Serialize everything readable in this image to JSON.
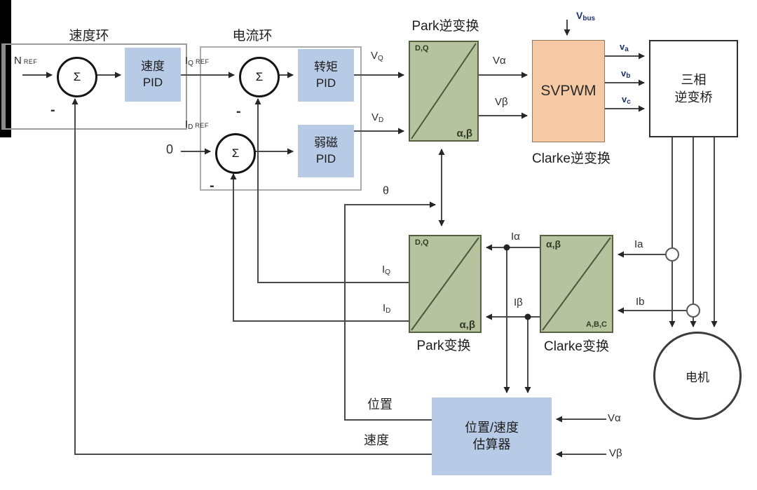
{
  "colors": {
    "blue_block": "#b8cbe6",
    "green_block": "#b6c39e",
    "orange_block": "#f6c9a5",
    "wire": "#4a4a4a",
    "navy_label": "#1e3470"
  },
  "titles": {
    "speed_loop": "速度环",
    "current_loop": "电流环",
    "park_inverse": "Park逆变换",
    "clarke_inverse": "Clarke逆变换",
    "park": "Park变换",
    "clarke": "Clarke变换"
  },
  "blocks": {
    "speed_pid": {
      "line1": "速度",
      "line2": "PID"
    },
    "torque_pid": {
      "line1": "转矩",
      "line2": "PID"
    },
    "flux_pid": {
      "line1": "弱磁",
      "line2": "PID"
    },
    "svpwm": {
      "label": "SVPWM"
    },
    "inverter_bridge": {
      "line1": "三相",
      "line2": "逆变桥"
    },
    "motor": {
      "label": "电机"
    },
    "estimator": {
      "line1": "位置/速度",
      "line2": "估算器"
    },
    "park_inverse": {
      "top_left": "D,Q",
      "bottom_right": "α,β"
    },
    "park": {
      "top_left": "D,Q",
      "bottom_right": "α,β"
    },
    "clarke": {
      "top_left": "α,β",
      "bottom_right": "A,B,C"
    }
  },
  "signals": {
    "sigma": "Σ",
    "minus": "-",
    "zero": "0",
    "n_ref": {
      "base": "N",
      "suffix": "REF"
    },
    "iq_ref": {
      "base": "I",
      "sub": "Q",
      "suffix": "REF"
    },
    "id_ref": {
      "base": "I",
      "sub": "D",
      "suffix": "REF"
    },
    "vq": {
      "base": "V",
      "sub": "Q"
    },
    "vd": {
      "base": "V",
      "sub": "D"
    },
    "v_alpha_out": "Vα",
    "v_beta_out": "Vβ",
    "vbus": {
      "base": "V",
      "sub": "bus"
    },
    "va": {
      "base": "v",
      "sub": "a"
    },
    "vb": {
      "base": "v",
      "sub": "b"
    },
    "vc": {
      "base": "v",
      "sub": "c"
    },
    "theta": "θ",
    "i_alpha": "Iα",
    "i_beta": "Iβ",
    "iq": {
      "base": "I",
      "sub": "Q"
    },
    "id": {
      "base": "I",
      "sub": "D"
    },
    "ia": "Ia",
    "ib": "Ib",
    "position_out": "位置",
    "speed_out": "速度",
    "v_alpha_in": "Vα",
    "v_beta_in": "Vβ"
  }
}
